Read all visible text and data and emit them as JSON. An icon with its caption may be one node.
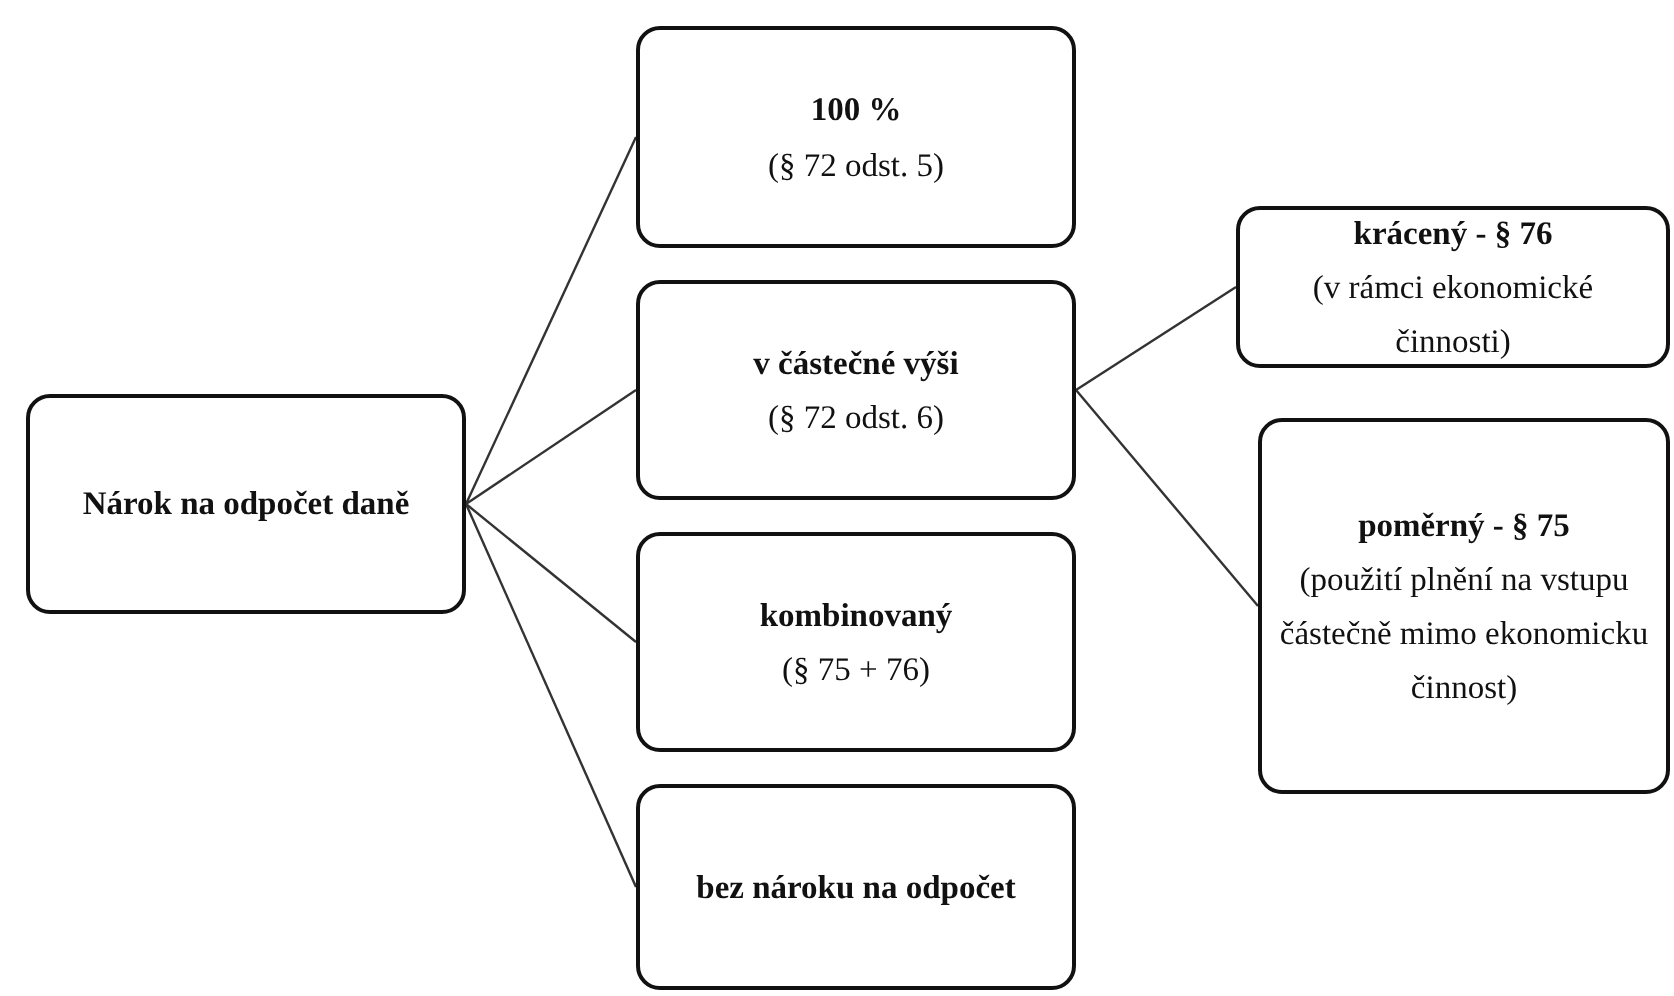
{
  "diagram": {
    "nodes": [
      {
        "text": [
          "Nárok na odpočet daně"
        ]
      },
      {
        "text": [
          "100 %",
          "(§ 72 odst. 5)"
        ]
      },
      {
        "text": [
          "v částečné výši",
          "(§ 72 odst. 6)"
        ]
      },
      {
        "text": [
          "kombinovaný",
          "(§ 75 + 76)"
        ]
      },
      {
        "text": [
          "bez nároku na odpočet"
        ]
      },
      {
        "text": [
          "krácený - § 76",
          "(v rámci ekonomické činnosti)"
        ]
      },
      {
        "text": [
          "poměrný - § 75",
          "(použití plnění na vstupu částečně mimo ekonomicku činnost)"
        ]
      }
    ],
    "edges": [
      {
        "from": 0,
        "to": 1,
        "arrow": "none"
      },
      {
        "from": 0,
        "to": 2,
        "arrow": "none"
      },
      {
        "from": 0,
        "to": 3,
        "arrow": "none"
      },
      {
        "from": 0,
        "to": 4,
        "arrow": "none"
      },
      {
        "from": 2,
        "to": 5,
        "arrow": "none"
      },
      {
        "from": 2,
        "to": 6,
        "arrow": "none"
      }
    ]
  }
}
